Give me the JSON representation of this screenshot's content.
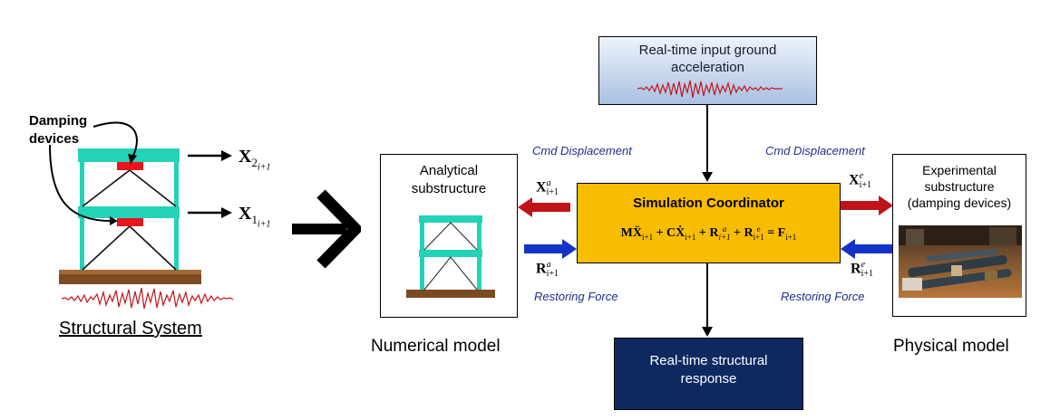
{
  "structural_system": {
    "callout": "Damping\ndevices",
    "dof_top": "X",
    "dof_top_sub": "2",
    "dof_top_sub2": "i+1",
    "dof_bottom": "X",
    "dof_bottom_sub": "1",
    "dof_bottom_sub2": "i+1",
    "caption": "Structural System"
  },
  "input_box": {
    "text": "Real-time input ground\nacceleration"
  },
  "analytical": {
    "title": "Analytical\nsubstructure",
    "caption": "Numerical model"
  },
  "experimental": {
    "title": "Experimental\nsubstructure\n(damping devices)",
    "caption": "Physical model"
  },
  "coordinator": {
    "title": "Simulation Coordinator",
    "equation": "MẌ",
    "eq_parts": [
      "MẌ",
      "i+1",
      " + CẊ",
      "i+1",
      " + R",
      "a",
      "i+1",
      " + R",
      "e",
      "i+1",
      " = F",
      "i+1"
    ]
  },
  "signals": {
    "cmd_left": "Cmd Displacement",
    "cmd_right": "Cmd Displacement",
    "rest_left": "Restoring Force",
    "rest_right": "Restoring Force",
    "x_a": "X",
    "x_a_sup": "a",
    "x_a_sub": "i+1",
    "r_a": "R",
    "r_a_sup": "a",
    "r_a_sub": "i+1",
    "x_e": "X",
    "x_e_sup": "e",
    "x_e_sub": "i+1",
    "r_e": "R",
    "r_e_sup": "e",
    "r_e_sub": "i+1"
  },
  "output_box": {
    "text": "Real-time structural\nresponse"
  },
  "colors": {
    "frame": "#22d3b8",
    "damper": "#e8141e",
    "ground": "#8a5a2b",
    "coordinator_fill": "#f9bd00",
    "input_fill_top": "#eef3fb",
    "input_fill_bottom": "#a9c1e3",
    "output_fill": "#0e2960",
    "arrow_red": "#c0141b",
    "arrow_blue": "#1233c8",
    "signal_text": "#1f2f8f"
  }
}
